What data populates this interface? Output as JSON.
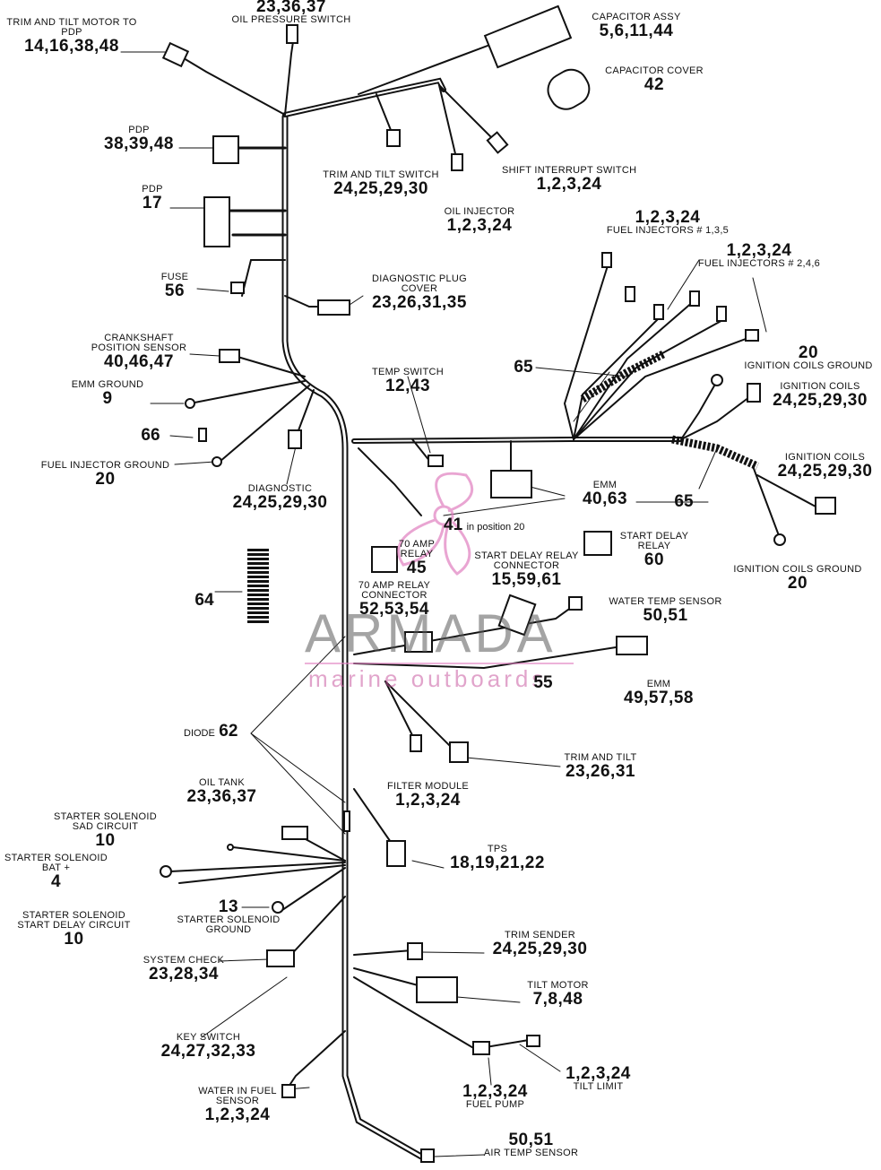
{
  "watermark": {
    "title": "ARMADA",
    "subtitle": "marine outboards",
    "pink": "#e080c0"
  },
  "labels": {
    "trim_tilt_motor": {
      "name": "TRIM AND TILT MOTOR TO PDP",
      "nums": "14,16,38,48"
    },
    "oil_pressure": {
      "name": "OIL PRESSURE SWITCH",
      "nums": "23,36,37"
    },
    "capacitor_assy": {
      "name": "CAPACITOR ASSY",
      "nums": "5,6,11,44"
    },
    "capacitor_cover": {
      "name": "CAPACITOR COVER",
      "nums": "42"
    },
    "pdp_a": {
      "name": "PDP",
      "nums": "38,39,48"
    },
    "pdp_b": {
      "name": "PDP",
      "nums": "17"
    },
    "trim_tilt_switch": {
      "name": "TRIM AND TILT SWITCH",
      "nums": "24,25,29,30"
    },
    "shift_interrupt": {
      "name": "SHIFT INTERRUPT SWITCH",
      "nums": "1,2,3,24"
    },
    "oil_injector": {
      "name": "OIL INJECTOR",
      "nums": "1,2,3,24"
    },
    "fuel_inj_135": {
      "name": "FUEL INJECTORS # 1,3,5",
      "nums": "1,2,3,24"
    },
    "fuel_inj_246": {
      "name": "FUEL INJECTORS # 2,4,6",
      "nums": "1,2,3,24"
    },
    "fuse": {
      "name": "FUSE",
      "nums": "56"
    },
    "diag_plug": {
      "name": "DIAGNOSTIC PLUG COVER",
      "nums": "23,26,31,35"
    },
    "crankshaft": {
      "name": "CRANKSHAFT POSITION SENSOR",
      "nums": "40,46,47"
    },
    "ign_ground_top": {
      "name": "IGNITION COILS GROUND",
      "nums": "20"
    },
    "ign_coils_a": {
      "name": "IGNITION COILS",
      "nums": "24,25,29,30"
    },
    "temp_switch": {
      "name": "TEMP SWITCH",
      "nums": "12,43"
    },
    "emm_ground": {
      "name": "EMM GROUND",
      "nums": "9"
    },
    "part66": {
      "nums": "66"
    },
    "part65a": {
      "nums": "65"
    },
    "part65b": {
      "nums": "65"
    },
    "fuel_inj_ground": {
      "name": "FUEL INJECTOR GROUND",
      "nums": "20"
    },
    "ign_coils_b": {
      "name": "IGNITION COILS",
      "nums": "24,25,29,30"
    },
    "emm_a": {
      "name": "EMM",
      "nums": "40,63"
    },
    "diagnostic": {
      "name": "DIAGNOSTIC",
      "nums": "24,25,29,30"
    },
    "part41": {
      "nums": "41",
      "note": "in position 20"
    },
    "start_delay_relay": {
      "name": "START DELAY RELAY",
      "nums": "60"
    },
    "amp70_relay": {
      "name": "70 AMP RELAY",
      "nums": "45"
    },
    "start_delay_conn": {
      "name": "START DELAY RELAY CONNECTOR",
      "nums": "15,59,61"
    },
    "ign_ground_bottom": {
      "name": "IGNITION COILS GROUND",
      "nums": "20"
    },
    "part64": {
      "nums": "64"
    },
    "amp70_conn": {
      "name": "70 AMP RELAY CONNECTOR",
      "nums": "52,53,54"
    },
    "water_temp": {
      "name": "WATER TEMP SENSOR",
      "nums": "50,51"
    },
    "part55": {
      "nums": "55"
    },
    "emm_b": {
      "name": "EMM",
      "nums": "49,57,58"
    },
    "diode": {
      "name": "DIODE",
      "nums": "62"
    },
    "trim_and_tilt": {
      "name": "TRIM AND TILT",
      "nums": "23,26,31"
    },
    "filter_module": {
      "name": "FILTER MODULE",
      "nums": "1,2,3,24"
    },
    "oil_tank": {
      "name": "OIL TANK",
      "nums": "23,36,37"
    },
    "ss_sad": {
      "name": "STARTER SOLENOID SAD CIRCUIT",
      "nums": "10"
    },
    "tps": {
      "name": "TPS",
      "nums": "18,19,21,22"
    },
    "ss_bat": {
      "name": "STARTER SOLENOID BAT +",
      "nums": "4"
    },
    "ss_ground": {
      "name": "STARTER SOLENOID GROUND",
      "nums": "13"
    },
    "ss_delay": {
      "name": "STARTER SOLENOID START DELAY CIRCUIT",
      "nums": "10"
    },
    "trim_sender": {
      "name": "TRIM SENDER",
      "nums": "24,25,29,30"
    },
    "system_check": {
      "name": "SYSTEM CHECK",
      "nums": "23,28,34"
    },
    "tilt_motor": {
      "name": "TILT MOTOR",
      "nums": "7,8,48"
    },
    "key_switch": {
      "name": "KEY SWITCH",
      "nums": "24,27,32,33"
    },
    "tilt_limit": {
      "name": "TILT LIMIT",
      "nums": "1,2,3,24"
    },
    "fuel_pump": {
      "name": "FUEL PUMP",
      "nums": "1,2,3,24"
    },
    "water_in_fuel": {
      "name": "WATER IN FUEL SENSOR",
      "nums": "1,2,3,24"
    },
    "air_temp": {
      "name": "AIR TEMP SENSOR",
      "nums": "50,51"
    }
  }
}
